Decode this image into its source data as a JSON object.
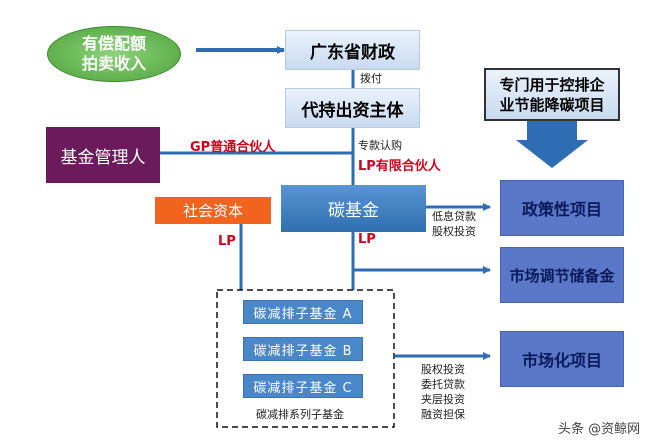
{
  "nodes": {
    "auction": "有偿配额\n拍卖收入",
    "finance": "广东省财政",
    "investor": "代持出资主体",
    "manager": "基金管理人",
    "social": "社会资本",
    "carbon_fund": "碳基金",
    "dedicated": "专门用于控排企\n业节能降碳项目",
    "policy": "政策性项目",
    "reserve": "市场调节储备金",
    "market": "市场化项目",
    "sub_a": "碳减排子基金 A",
    "sub_b": "碳减排子基金 B",
    "sub_c": "碳减排子基金 C",
    "series": "碳减排系列子基金"
  },
  "labels": {
    "allocate": "拨付",
    "subscribe": "专款认购",
    "gp": "GP普通合伙人",
    "lp_limited": "LP有限合伙人",
    "lp_left": "LP",
    "lp_right": "LP",
    "policy_tools": "低息贷款\n股权投资",
    "market_tools": "股权投资\n委托贷款\n夹层投资\n融资担保"
  },
  "watermark": "头条 @资鲸网",
  "colors": {
    "green": "#5db84a",
    "arrow": "#2e6db4",
    "purple": "#6b1a5c",
    "orange": "#f0641e",
    "fund": "#3f7fc1",
    "gp_red": "#d0021b"
  }
}
